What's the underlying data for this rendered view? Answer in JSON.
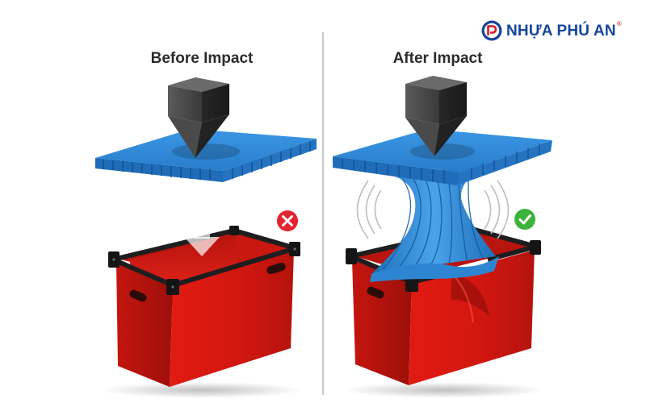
{
  "brand": {
    "name": "NHỰA PHÚ AN",
    "registered_mark": "®",
    "colors": {
      "primary": "#16469c",
      "accent": "#d11c24"
    }
  },
  "panels": [
    {
      "title": "Before Impact",
      "status_icon": "cross-icon",
      "status_color": "#e4242e",
      "elements": [
        "impact-block",
        "corrugated-plastic-sheet",
        "down-arrow",
        "red-storage-bin"
      ]
    },
    {
      "title": "After Impact",
      "status_icon": "check-icon",
      "status_color": "#3cb33a",
      "elements": [
        "impact-block",
        "deformed-corrugated-sheet",
        "vibration-waves",
        "dented-red-storage-bin"
      ]
    }
  ],
  "colors": {
    "sheet_blue": "#2f8ad8",
    "bin_red": "#e11b12",
    "frame_black": "#1e1e1e",
    "block_gray": "#3a3a3a"
  }
}
